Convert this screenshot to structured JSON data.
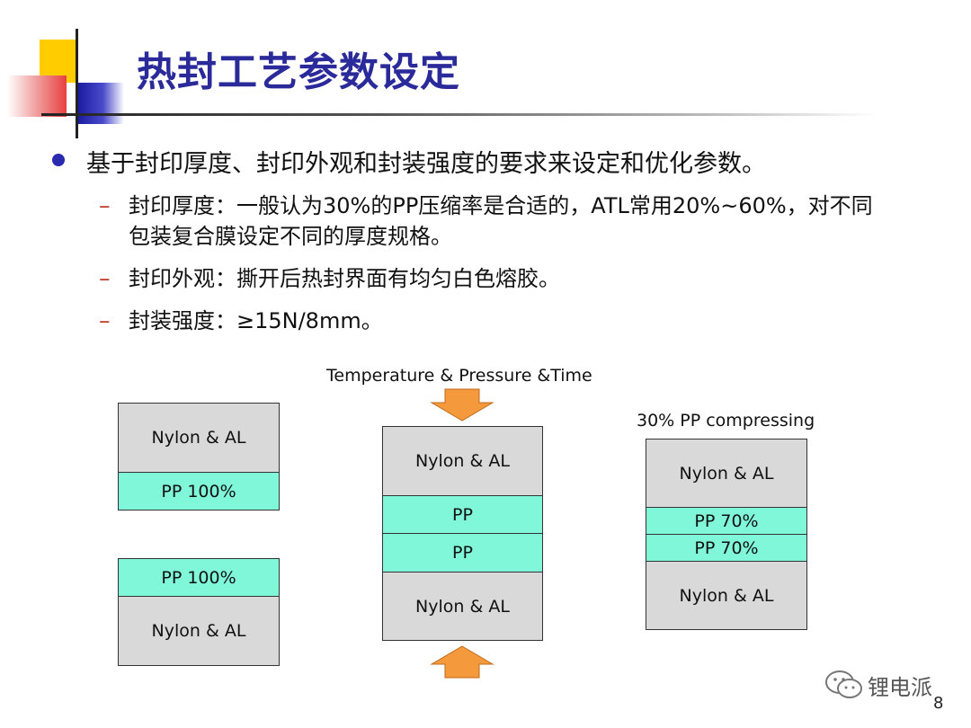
{
  "title": "热封工艺参数设定",
  "bullet_main": "基于封印厚度、封印外观和封装强度的要求来设定和优化参数。",
  "sub_bullets": {
    "dash": "–",
    "thickness_line1": "封印厚度：一般认为30%的PP压缩率是合适的，ATL常用20%~60%，对不同",
    "thickness_line2": "包装复合膜设定不同的厚度规格。",
    "appearance": "封印外观：撕开后热封界面有均匀白色熔胶。",
    "strength": "封装强度：≥15N/8mm。"
  },
  "diagram": {
    "left_top": {
      "top_layer": "Nylon & AL",
      "pp_layer": "PP 100%"
    },
    "left_bottom": {
      "pp_layer": "PP 100%",
      "bottom_layer": "Nylon & AL"
    },
    "middle_caption": "Temperature & Pressure &Time",
    "middle": {
      "top_layer": "Nylon & AL",
      "pp1": "PP",
      "pp2": "PP",
      "bottom_layer": "Nylon & AL"
    },
    "right_caption": "30% PP compressing",
    "right": {
      "top_layer": "Nylon & AL",
      "pp1": "PP 70%",
      "pp2": "PP 70%",
      "bottom_layer": "Nylon & AL"
    }
  },
  "footer": {
    "brand": "锂电派",
    "page_number": "8"
  },
  "colors": {
    "title": "#2a2a9a",
    "pp_fill": "#7ff7d8",
    "layer_fill": "#d9d9d9",
    "arrow": "#f59a3c",
    "dash": "#c0392b"
  }
}
